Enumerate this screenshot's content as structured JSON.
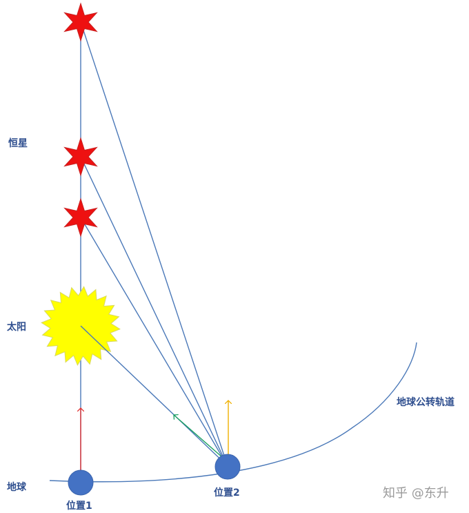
{
  "labels": {
    "star": "恒星",
    "sun": "太阳",
    "earth": "地球",
    "orbit": "地球公转轨道",
    "position1": "位置1",
    "position2": "位置2"
  },
  "watermark": "知乎 @东升",
  "colors": {
    "line": "#4a78b8",
    "label": "#2f4f8f",
    "star_fill": "#ee1111",
    "sun_fill": "#ffff00",
    "sun_stroke": "#d8d860",
    "earth_fill": "#4472c4",
    "red_arrow": "#e03030",
    "green_arrow": "#1aa060",
    "yellow_arrow": "#f0b000",
    "watermark": "#9a9a9a"
  },
  "icons": [
    "star-icon",
    "sun-icon",
    "earth-icon",
    "arrow-icon"
  ]
}
